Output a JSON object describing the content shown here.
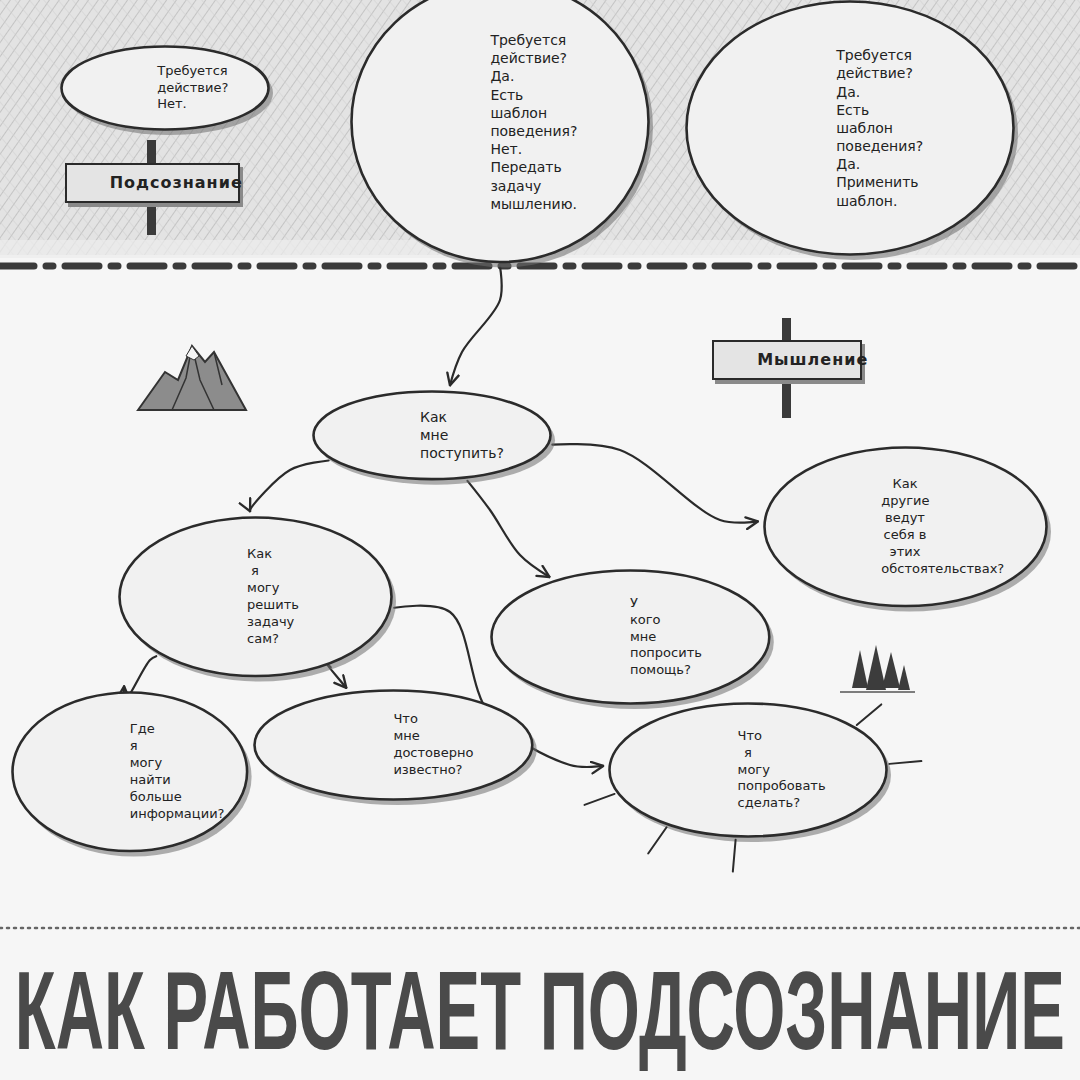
{
  "diagram": {
    "title": "КАК РАБОТАЕТ ПОДСОЗНАНИЕ",
    "nodes": [
      {
        "text": [
          "Требуется действие?",
          "Нет."
        ]
      },
      {
        "text": [
          "Требуется действие?",
          "Да.",
          "Есть шаблон поведения?",
          "Нет.",
          "Передать задачу мышлению."
        ]
      },
      {
        "text": [
          "Требуется действие?",
          "Да.",
          "Есть шаблон поведения?",
          "Да.",
          "Применить шаблон."
        ]
      },
      {
        "text": [
          "Подсознание"
        ]
      },
      {
        "text": [
          "Мышление"
        ]
      },
      {
        "text": [
          "Как мне поступить?"
        ]
      },
      {
        "text": [
          "Как другие ведут себя в этих обстоятельствах?"
        ]
      },
      {
        "text": [
          "Как я могу решить задачу сам?"
        ]
      },
      {
        "text": [
          "У кого мне попросить помощь?"
        ]
      },
      {
        "text": [
          "Где я могу найти больше информации?"
        ]
      },
      {
        "text": [
          "Что мне достоверно известно?"
        ]
      },
      {
        "text": [
          "Что я могу попробовать сделать?"
        ]
      }
    ],
    "edges": [
      {
        "from": 1,
        "to": 5,
        "arrow": "to"
      },
      {
        "from": 5,
        "to": 7,
        "arrow": "to"
      },
      {
        "from": 5,
        "to": 8,
        "arrow": "to"
      },
      {
        "from": 5,
        "to": 6,
        "arrow": "to"
      },
      {
        "from": 7,
        "to": 9,
        "arrow": "to"
      },
      {
        "from": 7,
        "to": 10,
        "arrow": "to"
      },
      {
        "from": 7,
        "to": 11,
        "arrow": "to"
      }
    ]
  }
}
